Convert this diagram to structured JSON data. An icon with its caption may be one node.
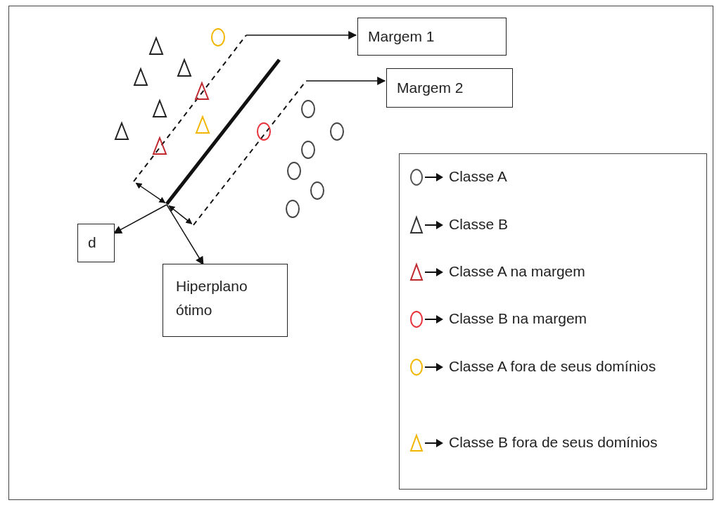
{
  "diagram": {
    "nodes": [
      {
        "text": [
          "Margem 1"
        ]
      },
      {
        "text": [
          "Margem 2"
        ]
      },
      {
        "text": [
          "d"
        ]
      },
      {
        "text": [
          "Hiperplano ótimo"
        ]
      },
      {
        "text": [],
        "shape": "line"
      },
      {
        "text": [],
        "shape": "line"
      },
      {
        "text": [],
        "shape": "line"
      }
    ],
    "edges": [
      {
        "from": 4,
        "to": 0,
        "arrow": "to"
      },
      {
        "from": 6,
        "to": 1,
        "arrow": "to"
      },
      {
        "from": 5,
        "to": 2,
        "arrow": "to"
      },
      {
        "from": 5,
        "to": 3,
        "arrow": "to"
      },
      {
        "from": 4,
        "to": 5,
        "arrow": "both"
      },
      {
        "from": 5,
        "to": 6,
        "arrow": "both"
      }
    ],
    "legend": [
      {
        "text": "Classe A"
      },
      {
        "text": "Classe B"
      },
      {
        "text": "Classe A na margem"
      },
      {
        "text": "Classe B na margem"
      },
      {
        "text": "Classe A fora de seus domínios"
      },
      {
        "text": "Classe B fora de seus domínios"
      }
    ]
  }
}
